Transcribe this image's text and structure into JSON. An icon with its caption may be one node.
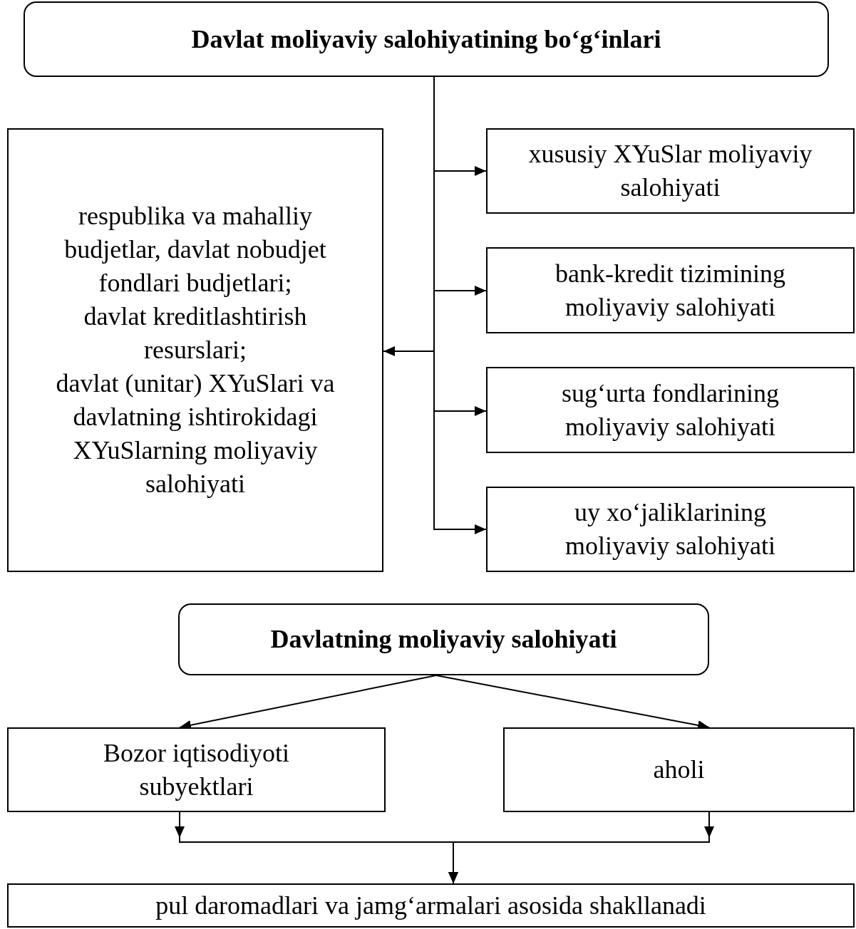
{
  "diagram": {
    "nodes": [
      {
        "text": [
          "Davlat moliyaviy salohiyatining bo‘g‘inlari"
        ]
      },
      {
        "text": [
          "respublika va mahalliy budjetlar,  davlat nobudjet fondlari budjetlari;",
          "davlat kreditlashtirish resurslari;",
          "davlat  (unitar) XYuSlari va davlatning ishtirokidagi XYuSlarning moliyaviy salohiyati"
        ]
      },
      {
        "text": [
          "xususiy XYuSlar moliyaviy salohiyati"
        ]
      },
      {
        "text": [
          "bank-kredit tizimining moliyaviy salohiyati"
        ]
      },
      {
        "text": [
          "sug‘urta fondlarining moliyaviy salohiyati"
        ]
      },
      {
        "text": [
          "uy xo‘jaliklarining moliyaviy salohiyati"
        ]
      },
      {
        "text": [
          "Davlatning moliyaviy salohiyati"
        ]
      },
      {
        "text": [
          "Bozor iqtisodiyoti subyektlari"
        ]
      },
      {
        "text": [
          "aholi"
        ]
      },
      {
        "text": [
          "pul daromadlari va jamg‘armalari asosida shakllanadi"
        ]
      }
    ],
    "edges": [
      {
        "from": 0,
        "to": 2,
        "arrow": "to"
      },
      {
        "from": 0,
        "to": 3,
        "arrow": "to"
      },
      {
        "from": 0,
        "to": 1,
        "arrow": "to"
      },
      {
        "from": 0,
        "to": 4,
        "arrow": "to"
      },
      {
        "from": 0,
        "to": 5,
        "arrow": "to"
      },
      {
        "from": 6,
        "to": 7,
        "arrow": "to"
      },
      {
        "from": 6,
        "to": 8,
        "arrow": "to"
      },
      {
        "from": 7,
        "to": 9,
        "arrow": "to"
      },
      {
        "from": 8,
        "to": 9,
        "arrow": "to"
      }
    ]
  }
}
